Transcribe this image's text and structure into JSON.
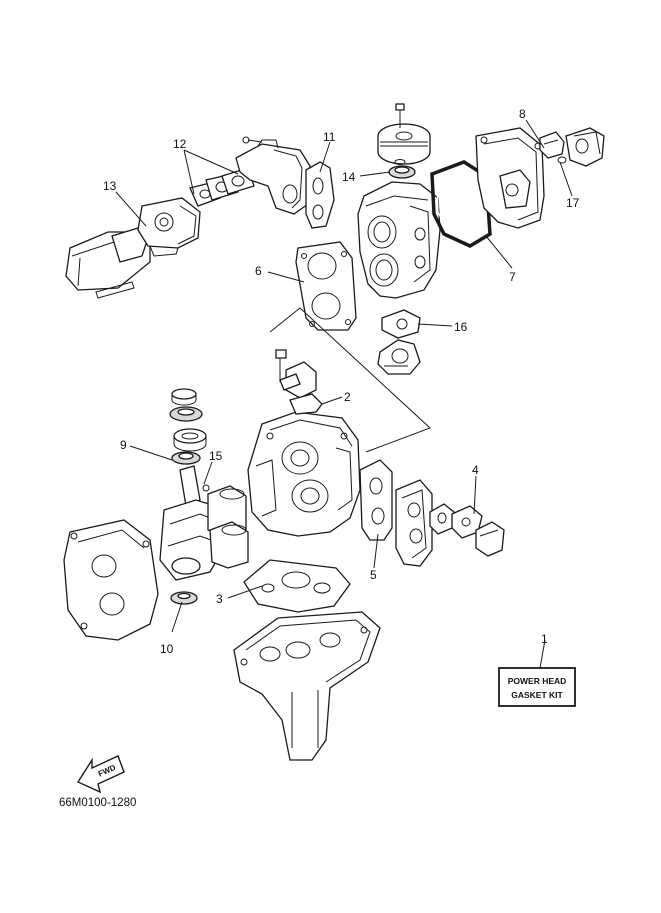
{
  "callouts": [
    {
      "id": "1",
      "text": "1"
    },
    {
      "id": "2",
      "text": "2"
    },
    {
      "id": "3",
      "text": "3"
    },
    {
      "id": "4",
      "text": "4"
    },
    {
      "id": "5",
      "text": "5"
    },
    {
      "id": "6",
      "text": "6"
    },
    {
      "id": "7",
      "text": "7"
    },
    {
      "id": "8",
      "text": "8"
    },
    {
      "id": "9",
      "text": "9"
    },
    {
      "id": "10",
      "text": "10"
    },
    {
      "id": "11",
      "text": "11"
    },
    {
      "id": "12",
      "text": "12"
    },
    {
      "id": "13",
      "text": "13"
    },
    {
      "id": "14",
      "text": "14"
    },
    {
      "id": "15",
      "text": "15"
    },
    {
      "id": "16",
      "text": "16"
    },
    {
      "id": "17",
      "text": "17"
    }
  ],
  "kit_label": {
    "line1": "POWER HEAD",
    "line2": "GASKET KIT"
  },
  "direction_arrow": "FWD",
  "drawing_code": "66M0100-1280"
}
